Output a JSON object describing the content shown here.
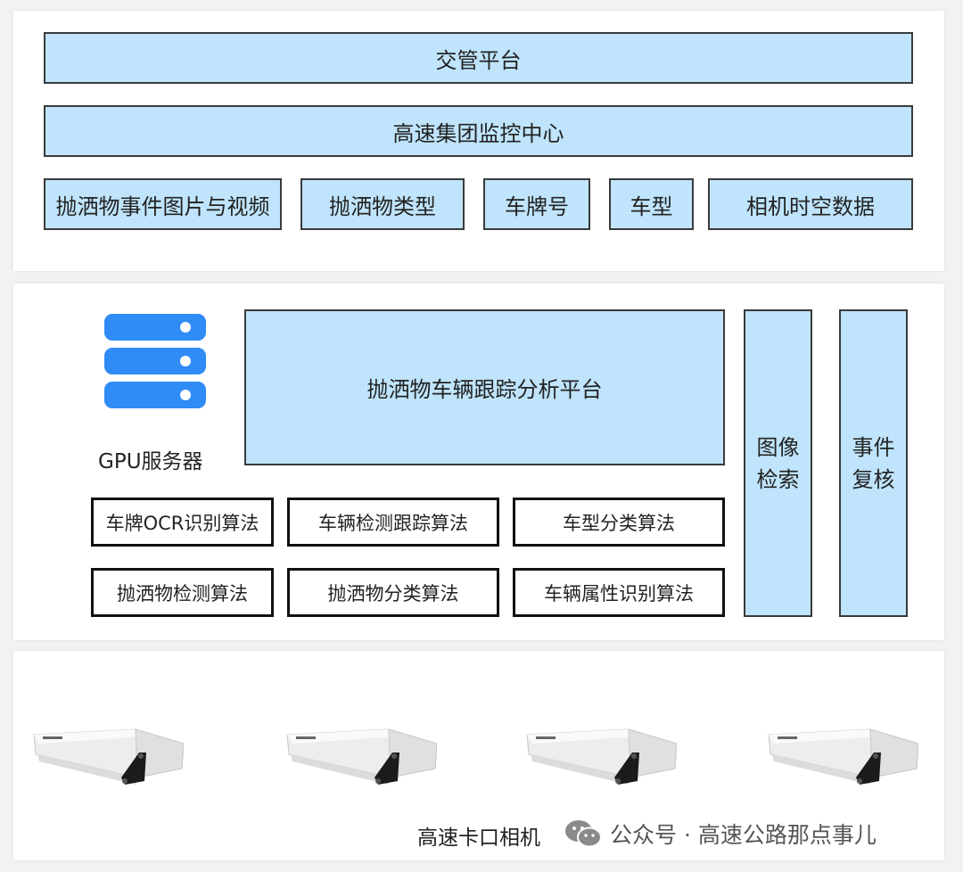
{
  "top": {
    "platform": "交管平台",
    "monitor_center": "高速集团监控中心",
    "outputs": [
      "抛洒物事件图片与视频",
      "抛洒物类型",
      "车牌号",
      "车型",
      "相机时空数据"
    ]
  },
  "middle": {
    "server_label": "GPU服务器",
    "analysis_platform": "抛洒物车辆跟踪分析平台",
    "image_search": [
      "图像",
      "检索"
    ],
    "event_review": [
      "事件",
      "复核"
    ],
    "algorithms": [
      "车牌OCR识别算法",
      "车辆检测跟踪算法",
      "车型分类算法",
      "抛洒物检测算法",
      "抛洒物分类算法",
      "车辆属性识别算法"
    ]
  },
  "bottom": {
    "cameras_label": "高速卡口相机",
    "watermark": "公众号 · 高速公路那点事儿"
  },
  "colors": {
    "box_fill": "#bfe4fb",
    "server_blue": "#2f8cf6"
  }
}
